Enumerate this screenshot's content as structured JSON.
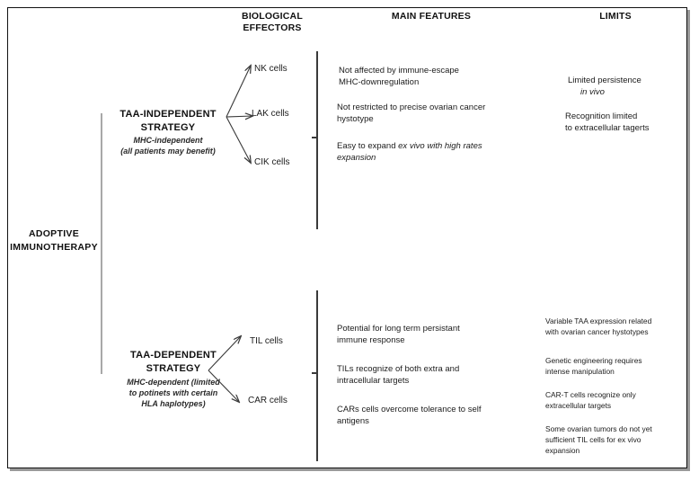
{
  "headers": {
    "biological_effectors": "BIOLOGICAL\nEFFECTORS",
    "main_features": "MAIN FEATURES",
    "limits": "LIMITS"
  },
  "root": {
    "label": "ADOPTIVE\nIMMUNOTHERAPY"
  },
  "branches": [
    {
      "id": "taa-independent",
      "title": "TAA-INDEPENDENT\nSTRATEGY",
      "subtitle": "MHC-independent\n(all patients may benefit)",
      "effectors": [
        {
          "label": "NK cells"
        },
        {
          "label": "LAK cells"
        },
        {
          "label": "CIK cells"
        }
      ],
      "features": [
        {
          "text": "Not affected by immune-escape\n MHC-downregulation",
          "italic": ""
        },
        {
          "text": "Not restricted to precise ovarian cancer\nhystotype",
          "italic": ""
        },
        {
          "text": "Easy to expand ",
          "italic": "ex vivo with high rates\nexpansion"
        }
      ],
      "limits": [
        {
          "text": "Limited persistence\n",
          "italic": "in vivo"
        },
        {
          "text": "Recognition limited\nto extracellular tagerts",
          "italic": ""
        }
      ]
    },
    {
      "id": "taa-dependent",
      "title": "TAA-DEPENDENT\nSTRATEGY",
      "subtitle": "MHC-dependent (limited\nto potinets with certain\nHLA haplotypes)",
      "effectors": [
        {
          "label": "TIL cells"
        },
        {
          "label": "CAR cells"
        }
      ],
      "features": [
        {
          "text": " Potential for long term persistant\nimmune response",
          "italic": ""
        },
        {
          "text": "TILs  recognize of both extra and\nintracellular targets",
          "italic": ""
        },
        {
          "text": "CARs cells overcome tolerance to self\nantigens",
          "italic": ""
        }
      ],
      "limits": [
        {
          "text": "Variable TAA expression related\nwith ovarian cancer hystotypes",
          "italic": ""
        },
        {
          "text": "Genetic engineering requires\nintense manipulation",
          "italic": ""
        },
        {
          "text": "CAR-T cells recognize only\nextracellular targets",
          "italic": ""
        },
        {
          "text": "Some ovarian tumors do not yet\nsufficient TIL cells for ex vivo\nexpansion",
          "italic": ""
        }
      ]
    }
  ],
  "colors": {
    "border": "#111111",
    "text": "#1c1c1c",
    "bracket": "#3a3a3a",
    "bracket_light": "#a8a8a8",
    "background": "#ffffff"
  }
}
